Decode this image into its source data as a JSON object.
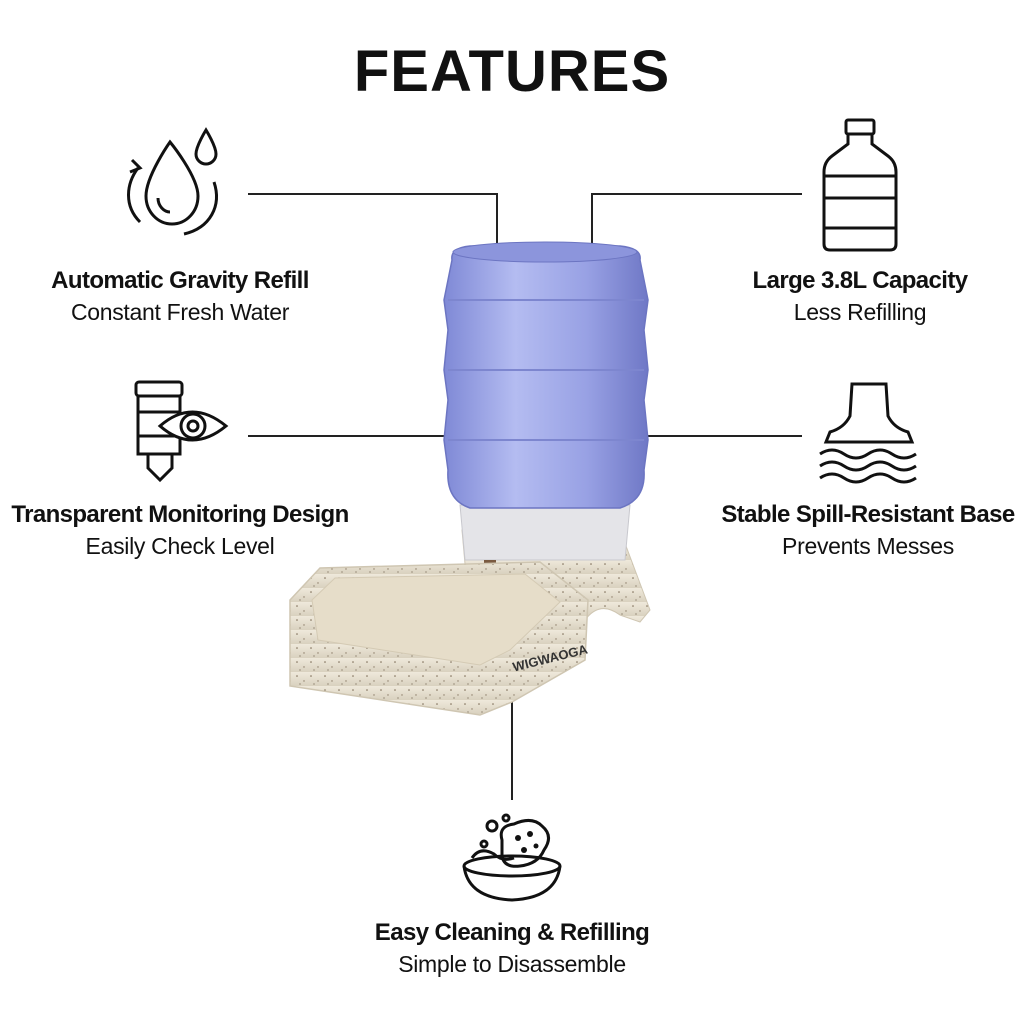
{
  "page": {
    "title": "FEATURES"
  },
  "features": {
    "gravity": {
      "title": "Automatic Gravity Refill",
      "subtitle": "Constant Fresh Water",
      "icon": "water-drops-refill-icon"
    },
    "capacity": {
      "title": "Large 3.8L Capacity",
      "subtitle": "Less Refilling",
      "icon": "water-jug-icon"
    },
    "monitoring": {
      "title": "Transparent Monitoring Design",
      "subtitle": "Easily Check Level",
      "icon": "bottle-eye-icon"
    },
    "base": {
      "title": "Stable Spill-Resistant Base",
      "subtitle": "Prevents Messes",
      "icon": "spill-resistant-base-icon"
    },
    "cleaning": {
      "title": "Easy Cleaning & Refilling",
      "subtitle": "Simple to Disassemble",
      "icon": "sponge-bowl-icon"
    }
  },
  "product": {
    "brand": "WIGWAOGA",
    "image": "pet-water-dispenser"
  },
  "colors": {
    "text": "#111111",
    "lines": "#222222",
    "bottle": "#9aa3e6",
    "base": "#e9e2d2"
  }
}
